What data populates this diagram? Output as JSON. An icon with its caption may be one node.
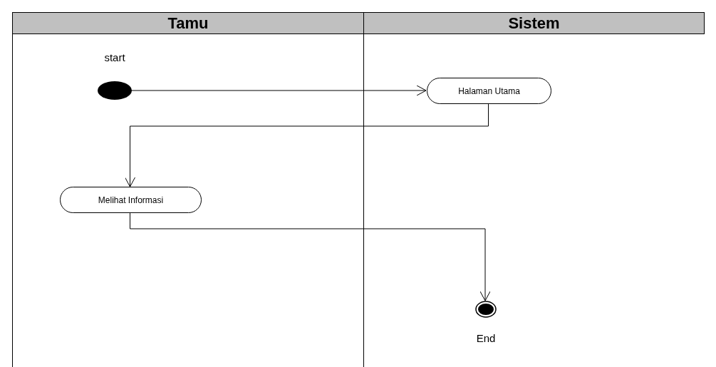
{
  "diagram": {
    "nodes": [
      {
        "text": [
          "Tamu"
        ]
      },
      {
        "text": [
          "Sistem"
        ]
      },
      {
        "text": [],
        "shape": "circle",
        "beside": [
          "start"
        ],
        "in": 0
      },
      {
        "text": [
          "Halaman Utama"
        ],
        "in": 1
      },
      {
        "text": [
          "Melihat Informasi"
        ],
        "in": 0
      },
      {
        "text": [],
        "shape": "circle",
        "beside": [
          "End"
        ],
        "in": 1
      }
    ],
    "edges": [
      {
        "from": 2,
        "to": 3,
        "arrow": "to"
      },
      {
        "from": 3,
        "to": 4,
        "arrow": "to"
      },
      {
        "from": 4,
        "to": 5,
        "arrow": "to"
      }
    ]
  }
}
